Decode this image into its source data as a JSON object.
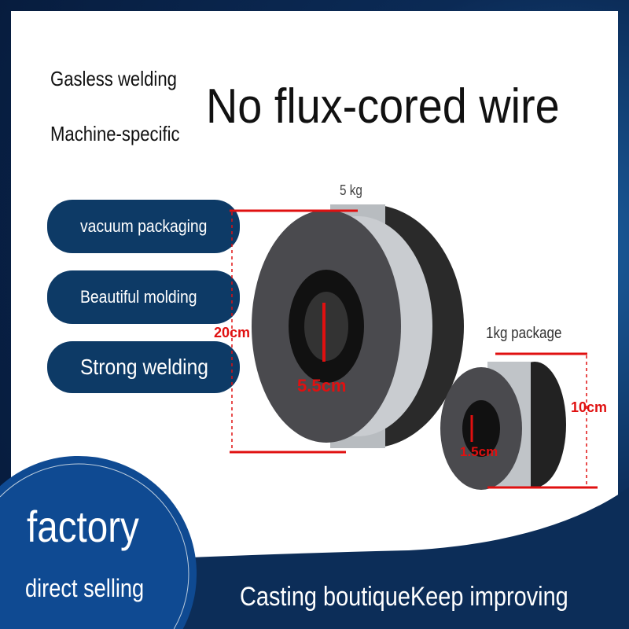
{
  "header": {
    "line1": "Gasless welding",
    "line2": "Machine-specific",
    "title": "No flux-cored wire"
  },
  "features": [
    {
      "label": "vacuum packaging"
    },
    {
      "label": "Beautiful molding"
    },
    {
      "label": "Strong welding"
    }
  ],
  "product": {
    "large_spool": {
      "weight": "5 kg",
      "height": "20cm",
      "bore": "5.5cm"
    },
    "small_spool": {
      "weight": "1kg package",
      "height": "10cm",
      "bore": "1.5cm"
    }
  },
  "footer": {
    "badge_line1": "factory",
    "badge_line2": "direct selling",
    "slogan": "Casting boutiqueKeep improving"
  },
  "colors": {
    "brand_blue": "#0d3a66",
    "dimension_red": "#e01010",
    "background": "#0b2a55"
  }
}
